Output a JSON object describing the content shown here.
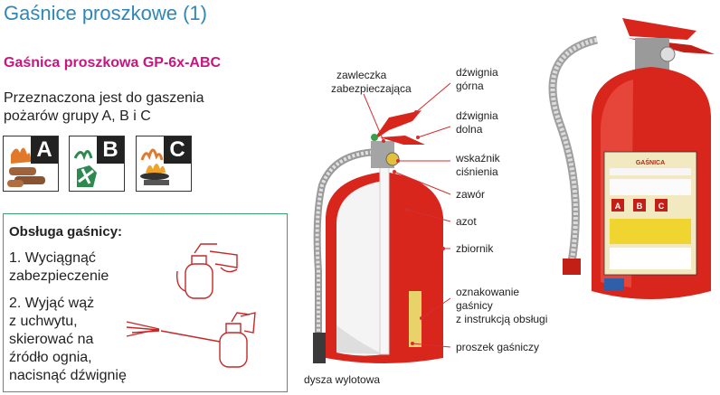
{
  "header": {
    "title": "Gaśnice proszkowe (1)"
  },
  "product": {
    "title": "Gaśnica proszkowa GP-6x-ABC",
    "purpose_line1": "Przeznaczona jest do gaszenia",
    "purpose_line2": "pożarów grupy A, B i C"
  },
  "fire_classes": [
    {
      "letter": "A",
      "icon": "burning-wood-icon"
    },
    {
      "letter": "B",
      "icon": "burning-liquid-icon"
    },
    {
      "letter": "C",
      "icon": "burning-gas-icon"
    }
  ],
  "operation": {
    "title": "Obsługa gaśnicy:",
    "step1": [
      "1. Wyciągnąć",
      "zabezpieczenie"
    ],
    "step2": [
      "2. Wyjąć wąż",
      "z uchwytu,",
      "skierować na",
      "źródło ognia,",
      "nacisnąć dźwignię"
    ]
  },
  "diagram_labels": {
    "safety_pin": [
      "zawleczka",
      "zabezpieczająca"
    ],
    "upper_lever": [
      "dźwignia",
      "górna"
    ],
    "lower_lever": [
      "dźwignia",
      "dolna"
    ],
    "pressure_gauge": [
      "wskaźnik",
      "ciśnienia"
    ],
    "valve": "zawór",
    "nitrogen": "azot",
    "tank": "zbiornik",
    "marking": [
      "oznakowanie",
      "gaśnicy",
      "z instrukcją obsługi"
    ],
    "powder": "proszek gaśniczy",
    "nozzle": "dysza wylotowa"
  },
  "extinguisher_label": {
    "title": "GAŚNICA",
    "class_letters": [
      "A",
      "B",
      "C"
    ]
  },
  "colors": {
    "title_blue": "#2f86b8",
    "product_magenta": "#c8157f",
    "box_green": "#36a36b",
    "extinguisher_red": "#d9261c",
    "pointer_red": "#d32f2f"
  }
}
